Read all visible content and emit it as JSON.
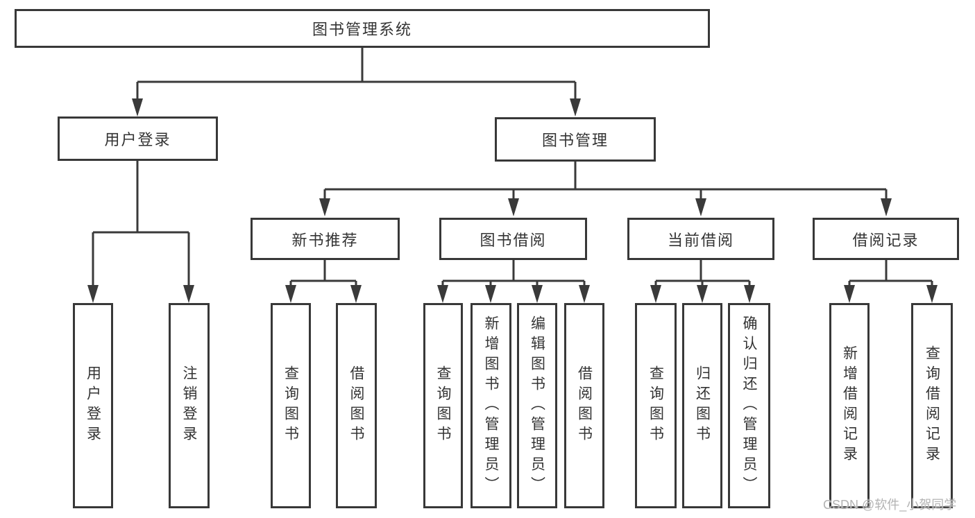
{
  "tree": {
    "label": "图书管理系统",
    "children": [
      {
        "label": "用户登录",
        "children": [
          {
            "label": "用户登录"
          },
          {
            "label": "注销登录"
          }
        ]
      },
      {
        "label": "图书管理",
        "children": [
          {
            "label": "新书推荐",
            "children": [
              {
                "label": "查询图书"
              },
              {
                "label": "借阅图书"
              }
            ]
          },
          {
            "label": "图书借阅",
            "children": [
              {
                "label": "查询图书"
              },
              {
                "label": "新增图书（管理员）"
              },
              {
                "label": "编辑图书（管理员）"
              },
              {
                "label": "借阅图书"
              }
            ]
          },
          {
            "label": "当前借阅",
            "children": [
              {
                "label": "查询图书"
              },
              {
                "label": "归还图书"
              },
              {
                "label": "确认归还（管理员）"
              }
            ]
          },
          {
            "label": "借阅记录",
            "children": [
              {
                "label": "新增借阅记录"
              },
              {
                "label": "查询借阅记录"
              }
            ]
          }
        ]
      }
    ]
  },
  "watermark": {
    "text": "CSDN @软件_小贺同学"
  },
  "colors": {
    "line": "#3a3a3a",
    "border": "#383838",
    "text": "#333333",
    "watermark": "#b3b3b3",
    "background": "#ffffff"
  }
}
